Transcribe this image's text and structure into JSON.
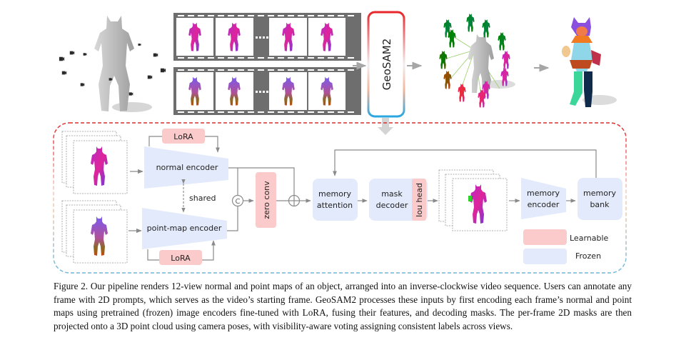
{
  "figure": {
    "model_name": "GeoSAM2",
    "labels": {
      "lora_top": "LoRA",
      "lora_bottom": "LoRA",
      "normal_encoder": "normal encoder",
      "point_map_encoder": "point-map encoder",
      "shared": "shared",
      "concat_symbol": "C",
      "zero_conv": "zero conv",
      "memory_attention_line1": "memory",
      "memory_attention_line2": "attention",
      "mask_decoder_line1": "mask",
      "mask_decoder_line2": "decoder",
      "iou_head": "Iou head",
      "memory_encoder_line1": "memory",
      "memory_encoder_line2": "encoder",
      "memory_bank_line1": "memory",
      "memory_bank_line2": "bank"
    },
    "legend": [
      {
        "label": "Learnable",
        "color": "#fbcaca"
      },
      {
        "label": "Frozen",
        "color": "#e3eafb"
      }
    ],
    "colors": {
      "learnable": "#fbcaca",
      "frozen": "#e3eafb",
      "arrow": "#8a8a8a",
      "gradient_top": "#e8262b",
      "gradient_bottom": "#2aa7e0",
      "film": "#6e6e6e"
    }
  },
  "caption": "Figure 2. Our pipeline renders 12-view normal and point maps of an object, arranged into an inverse-clockwise video sequence. Users can annotate any frame with 2D prompts, which serves as the video’s starting frame. GeoSAM2 processes these inputs by first encoding each frame’s normal and point maps using pretrained (frozen) image encoders fine-tuned with LoRA, fusing their features, and decoding masks. The per-frame 2D masks are then projected onto a 3D point cloud using camera poses, with visibility-aware voting assigning consistent labels across views."
}
